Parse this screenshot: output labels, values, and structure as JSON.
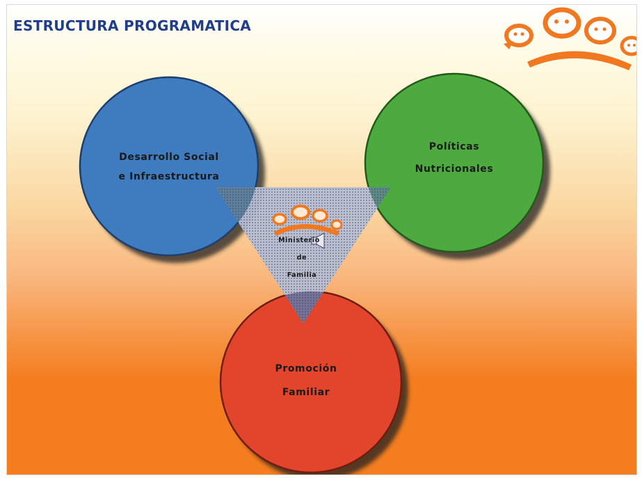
{
  "slide": {
    "title": "ESTRUCTURA PROGRAMATICA"
  },
  "circles": {
    "social": {
      "line1": "Desarrollo Social",
      "line2": "e Infraestructura",
      "color": "#3f7bbf"
    },
    "nutricion": {
      "line1": "Políticas",
      "line2": "Nutricionales",
      "color": "#4caa3f"
    },
    "familiar": {
      "line1": "Promoción",
      "line2": "Familiar",
      "color": "#e2452c"
    }
  },
  "center": {
    "line1": "Ministerio",
    "line2": "de",
    "line3": "Familia"
  },
  "icons": {
    "corner_logo": "family-faces-logo",
    "center_logo": "family-faces-logo",
    "speaker": "speaker-icon"
  },
  "colors": {
    "title": "#1f3f8a",
    "logo": "#f07820",
    "triangle": "#9aa4c0"
  }
}
